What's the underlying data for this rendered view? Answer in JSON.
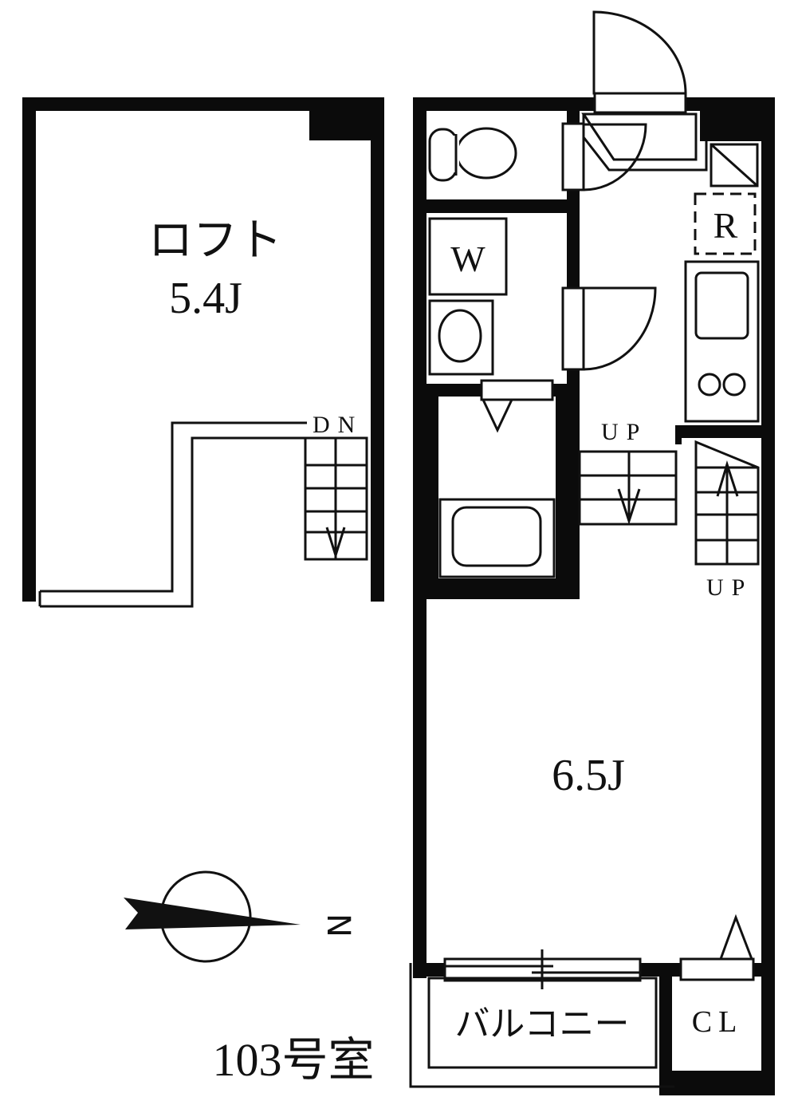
{
  "title": "103号室",
  "compass": {
    "label": "N",
    "icon": "north-arrow-icon"
  },
  "colors": {
    "wall": "#0b0b0b",
    "line": "#111111",
    "background": "#ffffff"
  },
  "loft": {
    "name": "ロフト",
    "size": "5.4J",
    "stair_label": "DN"
  },
  "main_floor": {
    "room_size": "6.5J",
    "stair_up_label_1": "UP",
    "stair_up_label_2": "UP",
    "washer_label": "W",
    "fridge_label": "R",
    "balcony_label": "バルコニー",
    "closet_label": "CL"
  }
}
